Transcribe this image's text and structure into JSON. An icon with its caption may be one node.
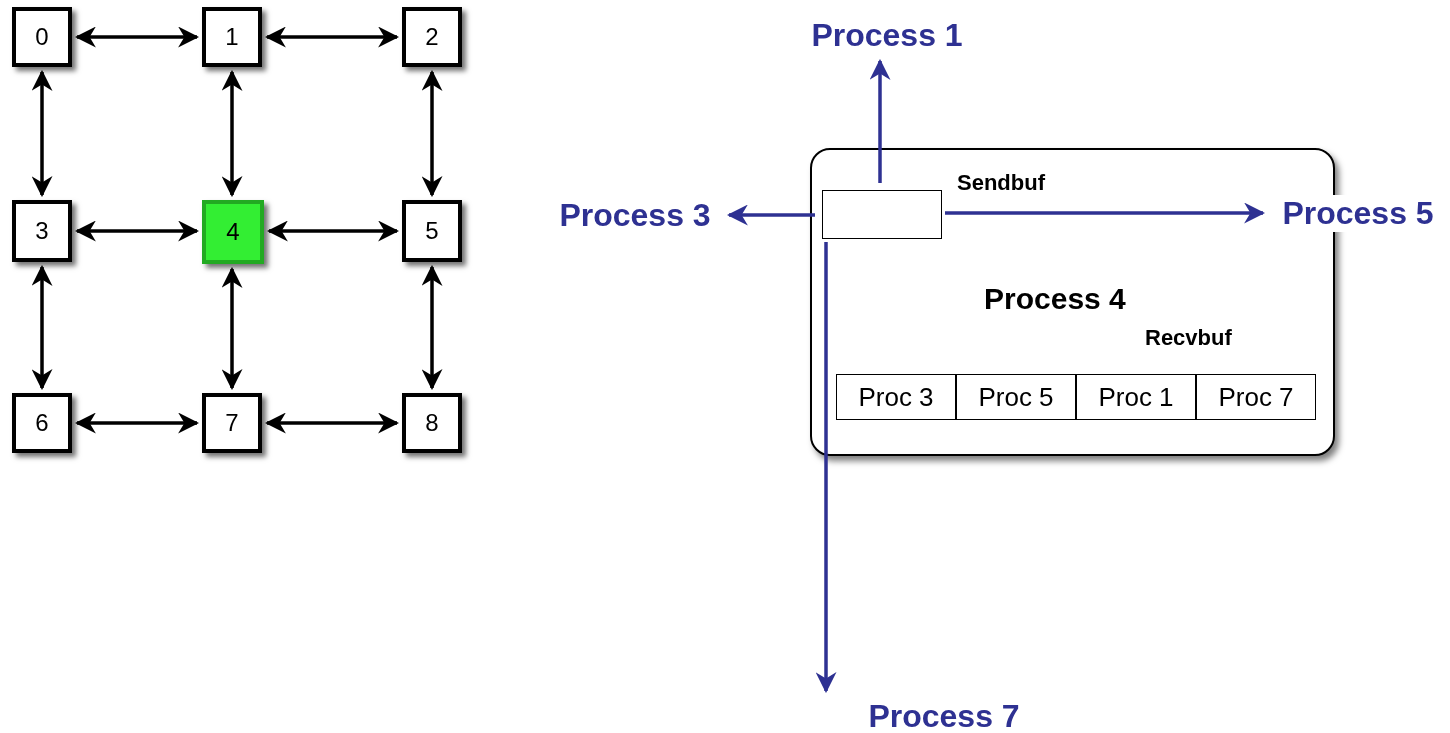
{
  "diagram": {
    "nodes": [
      {
        "text": [
          "0"
        ]
      },
      {
        "text": [
          "1"
        ]
      },
      {
        "text": [
          "2"
        ]
      },
      {
        "text": [
          "3"
        ]
      },
      {
        "text": [
          "4"
        ]
      },
      {
        "text": [
          "5"
        ]
      },
      {
        "text": [
          "6"
        ]
      },
      {
        "text": [
          "7"
        ]
      },
      {
        "text": [
          "8"
        ]
      },
      {
        "text": [
          "Process 4"
        ]
      },
      {
        "text": [],
        "shape": "box",
        "beside": [
          "Sendbuf"
        ],
        "in": 9
      },
      {
        "text": [
          "Proc 3"
        ],
        "in": 9
      },
      {
        "text": [
          "Proc 5"
        ],
        "in": 9
      },
      {
        "text": [
          "Proc 1"
        ],
        "in": 9
      },
      {
        "text": [
          "Proc 7"
        ],
        "in": 9
      },
      {
        "text": [
          "Process 1"
        ]
      },
      {
        "text": [
          "Process 3"
        ]
      },
      {
        "text": [
          "Process 5"
        ]
      },
      {
        "text": [
          "Process 7"
        ]
      }
    ],
    "edges": [
      {
        "from": 0,
        "to": 1,
        "arrow": "both"
      },
      {
        "from": 1,
        "to": 2,
        "arrow": "both"
      },
      {
        "from": 0,
        "to": 3,
        "arrow": "both"
      },
      {
        "from": 1,
        "to": 4,
        "arrow": "both"
      },
      {
        "from": 2,
        "to": 5,
        "arrow": "both"
      },
      {
        "from": 3,
        "to": 4,
        "arrow": "both"
      },
      {
        "from": 4,
        "to": 5,
        "arrow": "both"
      },
      {
        "from": 3,
        "to": 6,
        "arrow": "both"
      },
      {
        "from": 4,
        "to": 7,
        "arrow": "both"
      },
      {
        "from": 5,
        "to": 8,
        "arrow": "both"
      },
      {
        "from": 6,
        "to": 7,
        "arrow": "both"
      },
      {
        "from": 7,
        "to": 8,
        "arrow": "both"
      },
      {
        "from": 10,
        "to": 15,
        "arrow": "to",
        "color": "#2e3192"
      },
      {
        "from": 10,
        "to": 16,
        "arrow": "to",
        "color": "#2e3192"
      },
      {
        "from": 10,
        "to": 17,
        "arrow": "to",
        "color": "#2e3192"
      },
      {
        "from": 10,
        "to": 18,
        "arrow": "to",
        "color": "#2e3192"
      }
    ],
    "labels": [
      "Recvbuf"
    ]
  }
}
